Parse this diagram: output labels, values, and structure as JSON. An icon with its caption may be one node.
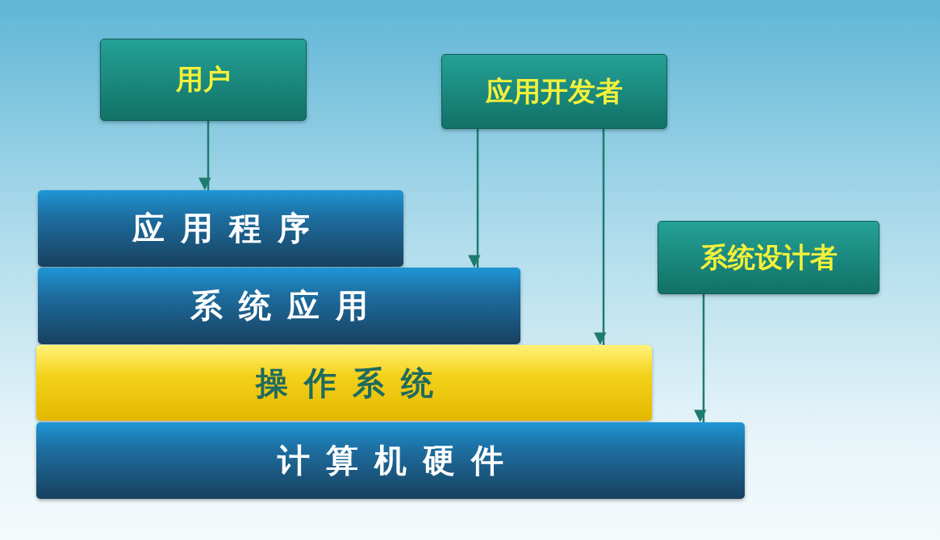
{
  "diagram": {
    "nodes": [
      {
        "text": [
          "用户"
        ]
      },
      {
        "text": [
          "应用开发者"
        ]
      },
      {
        "text": [
          "系统设计者"
        ]
      },
      {
        "text": [
          "应用程序"
        ]
      },
      {
        "text": [
          "系统应用"
        ]
      },
      {
        "text": [
          "操作系统"
        ]
      },
      {
        "text": [
          "计算机硬件"
        ]
      }
    ],
    "edges": [
      {
        "from": 0,
        "to": 3,
        "arrow": "to"
      },
      {
        "from": 1,
        "to": 4,
        "arrow": "to"
      },
      {
        "from": 1,
        "to": 5,
        "arrow": "to"
      },
      {
        "from": 2,
        "to": 6,
        "arrow": "to"
      }
    ]
  }
}
